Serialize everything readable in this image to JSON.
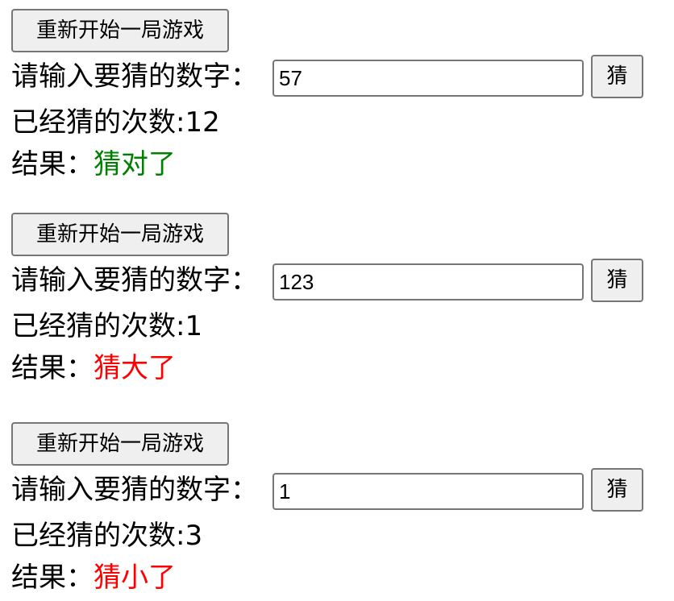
{
  "labels": {
    "restart_button": "重新开始一局游戏",
    "prompt": "请输入要猜的数字：",
    "guess_button": "猜",
    "count_prefix": "已经猜的次数:",
    "result_prefix": "结果："
  },
  "colors": {
    "correct": "#008000",
    "wrong": "#ff0000",
    "button_bg": "#efefef",
    "button_border": "#767676"
  },
  "games": [
    {
      "input_value": "57",
      "count": "12",
      "result": "猜对了"
    },
    {
      "input_value": "123",
      "count": "1",
      "result": "猜大了"
    },
    {
      "input_value": "1",
      "count": "3",
      "result": "猜小了"
    }
  ]
}
